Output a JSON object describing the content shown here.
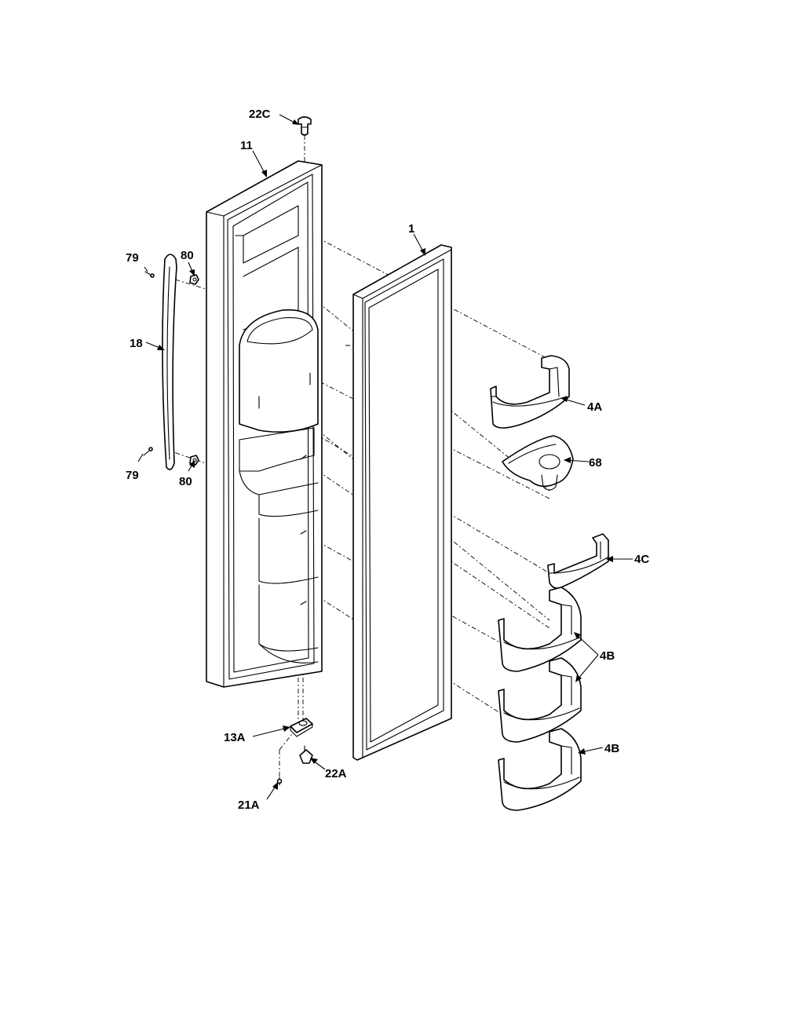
{
  "callouts": {
    "c22C": "22C",
    "c11": "11",
    "c1": "1",
    "c79_top": "79",
    "c80_top": "80",
    "c18": "18",
    "c79_bottom": "79",
    "c80_bottom": "80",
    "c4A": "4A",
    "c68": "68",
    "c4C": "4C",
    "c4B_upper": "4B",
    "c4B_lower": "4B",
    "c13A": "13A",
    "c22A": "22A",
    "c21A": "21A"
  }
}
